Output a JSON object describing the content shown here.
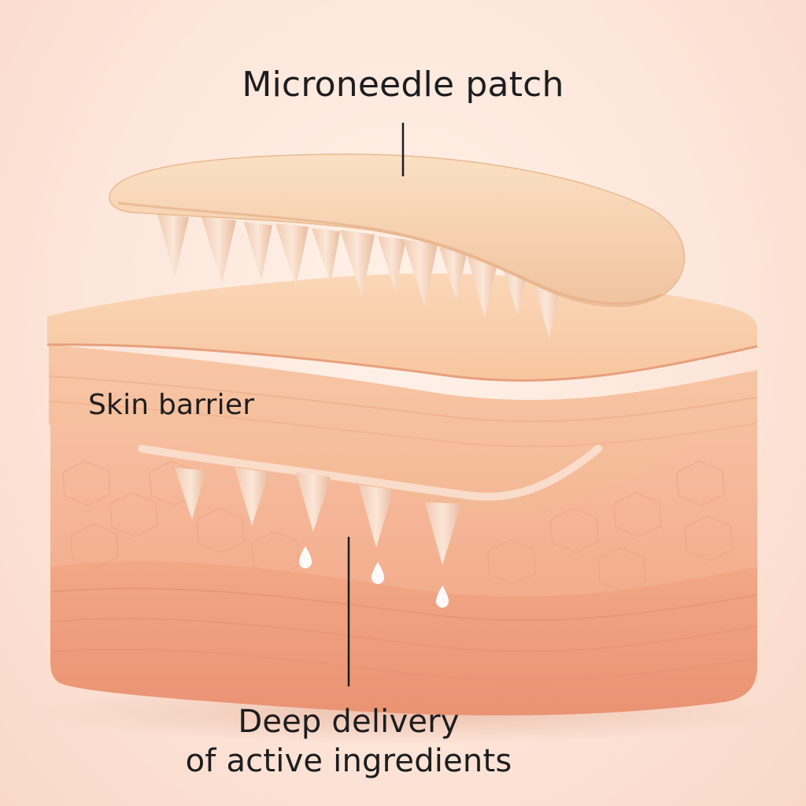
{
  "labels": {
    "patch": "Microneedle patch",
    "barrier": "Skin barrier",
    "delivery_line1": "Deep delivery",
    "delivery_line2": "of active ingredients"
  },
  "colors": {
    "background": "#fde6da",
    "patch": "#f6cfaa",
    "needle": "#f3d4bd",
    "epidermis": "#f8c9a2",
    "dermis": "#f5b596",
    "hypodermis": "#ef9e7e",
    "droplet": "#ffffff",
    "text": "#1d1d1f"
  }
}
